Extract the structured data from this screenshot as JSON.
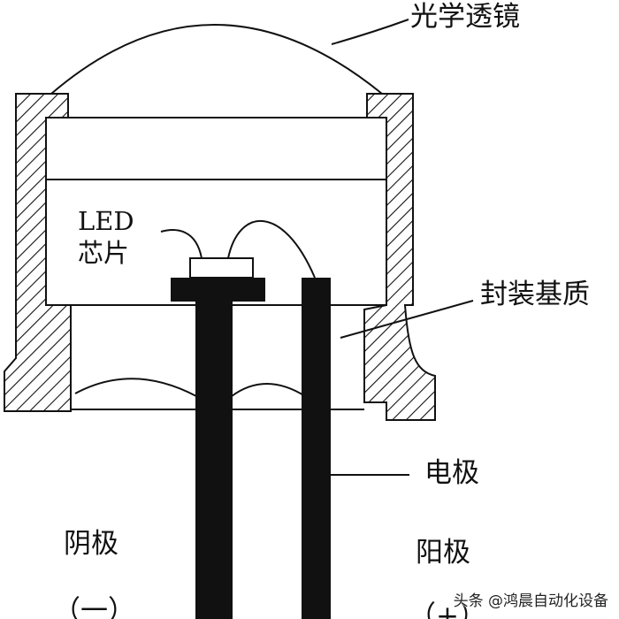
{
  "labels": {
    "optical_lens": "光学透镜",
    "led_chip_line1": "LED",
    "led_chip_line2": "芯片",
    "package_substrate": "封装基质",
    "electrode": "电极",
    "cathode": "阴极",
    "cathode_sign": "（一）",
    "anode": "阳极",
    "anode_sign": "（+）"
  },
  "watermark": "头条 @鸿晨自动化设备",
  "colors": {
    "line": "#111111",
    "background": "#ffffff"
  }
}
